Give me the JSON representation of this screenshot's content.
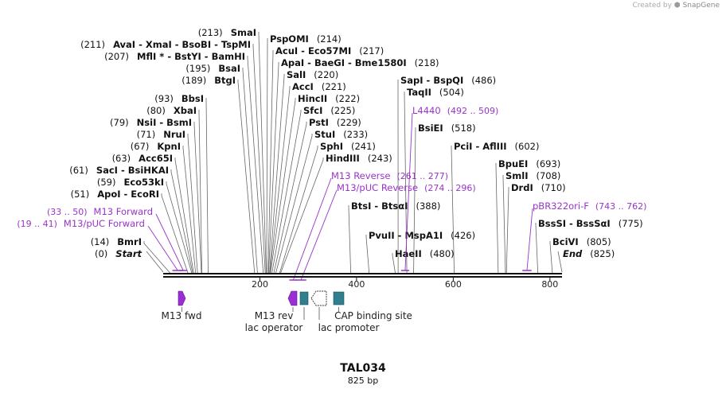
{
  "credit": {
    "prefix": "Created by",
    "brand": "SnapGene"
  },
  "plasmid": {
    "name": "TAL034",
    "length": "825 bp"
  },
  "ruler": {
    "start": 0,
    "end": 825,
    "ticks": [
      "200",
      "400",
      "600",
      "800"
    ]
  },
  "sites": [
    {
      "name": "Start",
      "pos": "(0)",
      "loc": 0,
      "style": "italic",
      "side": "left"
    },
    {
      "name": "BmrI",
      "pos": "(14)",
      "loc": 14,
      "side": "left"
    },
    {
      "name": "ApoI  - EcoRI",
      "pos": "(51)",
      "loc": 51,
      "side": "left"
    },
    {
      "name": "SacI  - BsiHKAI",
      "pos": "(61)",
      "loc": 61,
      "side": "left"
    },
    {
      "name": "Eco53kI",
      "pos": "(59)",
      "loc": 59,
      "side": "left"
    },
    {
      "name": "Acc65I",
      "pos": "(63)",
      "loc": 63,
      "side": "left"
    },
    {
      "name": "KpnI",
      "pos": "(67)",
      "loc": 67,
      "side": "left"
    },
    {
      "name": "NruI",
      "pos": "(71)",
      "loc": 71,
      "side": "left"
    },
    {
      "name": "NsiI  - BsmI",
      "pos": "(79)",
      "loc": 79,
      "side": "left"
    },
    {
      "name": "XbaI",
      "pos": "(80)",
      "loc": 80,
      "side": "left"
    },
    {
      "name": "BbsI",
      "pos": "(93)",
      "loc": 93,
      "side": "left"
    },
    {
      "name": "BtgI",
      "pos": "(189)",
      "loc": 189,
      "side": "left"
    },
    {
      "name": "BsaI",
      "pos": "(195)",
      "loc": 195,
      "side": "left"
    },
    {
      "name": "MflI *  - BstYI  - BamHI",
      "pos": "(207)",
      "loc": 207,
      "side": "left"
    },
    {
      "name": "AvaI  - XmaI  - BsoBI  - TspMI",
      "pos": "(211)",
      "loc": 211,
      "side": "left"
    },
    {
      "name": "SmaI",
      "pos": "(213)",
      "loc": 213,
      "side": "left"
    },
    {
      "name": "PspOMI",
      "pos": "(214)",
      "loc": 214,
      "side": "right"
    },
    {
      "name": "AcuI  - Eco57MI",
      "pos": "(217)",
      "loc": 217,
      "side": "right"
    },
    {
      "name": "ApaI  - BaeGI  - Bme1580I",
      "pos": "(218)",
      "loc": 218,
      "side": "right"
    },
    {
      "name": "SalI",
      "pos": "(220)",
      "loc": 220,
      "side": "right"
    },
    {
      "name": "AccI",
      "pos": "(221)",
      "loc": 221,
      "side": "right"
    },
    {
      "name": "HincII",
      "pos": "(222)",
      "loc": 222,
      "side": "right"
    },
    {
      "name": "SfcI",
      "pos": "(225)",
      "loc": 225,
      "side": "right"
    },
    {
      "name": "PstI",
      "pos": "(229)",
      "loc": 229,
      "side": "right"
    },
    {
      "name": "StuI",
      "pos": "(233)",
      "loc": 233,
      "side": "right"
    },
    {
      "name": "SphI",
      "pos": "(241)",
      "loc": 241,
      "side": "right"
    },
    {
      "name": "HindIII",
      "pos": "(243)",
      "loc": 243,
      "side": "right"
    },
    {
      "name": "BtsI  - BtsαI",
      "pos": "(388)",
      "loc": 388,
      "side": "right"
    },
    {
      "name": "PvuII  - MspA1I",
      "pos": "(426)",
      "loc": 426,
      "side": "right"
    },
    {
      "name": "HaeII",
      "pos": "(480)",
      "loc": 480,
      "side": "right"
    },
    {
      "name": "SapI  - BspQI",
      "pos": "(486)",
      "loc": 486,
      "side": "right"
    },
    {
      "name": "TaqII",
      "pos": "(504)",
      "loc": 504,
      "side": "right"
    },
    {
      "name": "BsiEI",
      "pos": "(518)",
      "loc": 518,
      "side": "right"
    },
    {
      "name": "PciI  - AflIII",
      "pos": "(602)",
      "loc": 602,
      "side": "right"
    },
    {
      "name": "BpuEI",
      "pos": "(693)",
      "loc": 693,
      "side": "right"
    },
    {
      "name": "SmlI",
      "pos": "(708)",
      "loc": 708,
      "side": "right"
    },
    {
      "name": "DrdI",
      "pos": "(710)",
      "loc": 710,
      "side": "right"
    },
    {
      "name": "BssSI  - BssSαI",
      "pos": "(775)",
      "loc": 775,
      "side": "right"
    },
    {
      "name": "BciVI",
      "pos": "(805)",
      "loc": 805,
      "side": "right"
    },
    {
      "name": "End",
      "pos": "(825)",
      "loc": 825,
      "style": "italic",
      "side": "right"
    }
  ],
  "primers": [
    {
      "name": "M13 Forward",
      "range": "(33 .. 50)",
      "start": 33,
      "end": 50,
      "side": "left"
    },
    {
      "name": "M13/pUC Forward",
      "range": "(19 .. 41)",
      "start": 19,
      "end": 41,
      "side": "left"
    },
    {
      "name": "M13 Reverse",
      "range": "(261 .. 277)",
      "start": 261,
      "end": 277,
      "side": "right"
    },
    {
      "name": "M13/pUC Reverse",
      "range": "(274 .. 296)",
      "start": 274,
      "end": 296,
      "side": "right"
    },
    {
      "name": "L4440",
      "range": "(492 .. 509)",
      "start": 492,
      "end": 509,
      "side": "right"
    },
    {
      "name": "pBR322ori-F",
      "range": "(743 .. 762)",
      "start": 743,
      "end": 762,
      "side": "right"
    }
  ],
  "features": [
    {
      "name": "M13 fwd",
      "type": "primer-bind-forward",
      "color": "#9b2fd6"
    },
    {
      "name": "M13 rev",
      "type": "primer-bind-reverse",
      "color": "#9b2fd6"
    },
    {
      "name": "lac operator",
      "type": "protein-bind",
      "color": "#2f7f8f"
    },
    {
      "name": "lac promoter",
      "type": "promoter-reverse",
      "color": "#ffffff"
    },
    {
      "name": "CAP binding site",
      "type": "protein-bind",
      "color": "#2f7f8f"
    }
  ],
  "colors": {
    "primer": "#9933cc",
    "backbone": "#111111",
    "feature_teal": "#2f7f8f",
    "feature_purple": "#9b2fd6"
  }
}
